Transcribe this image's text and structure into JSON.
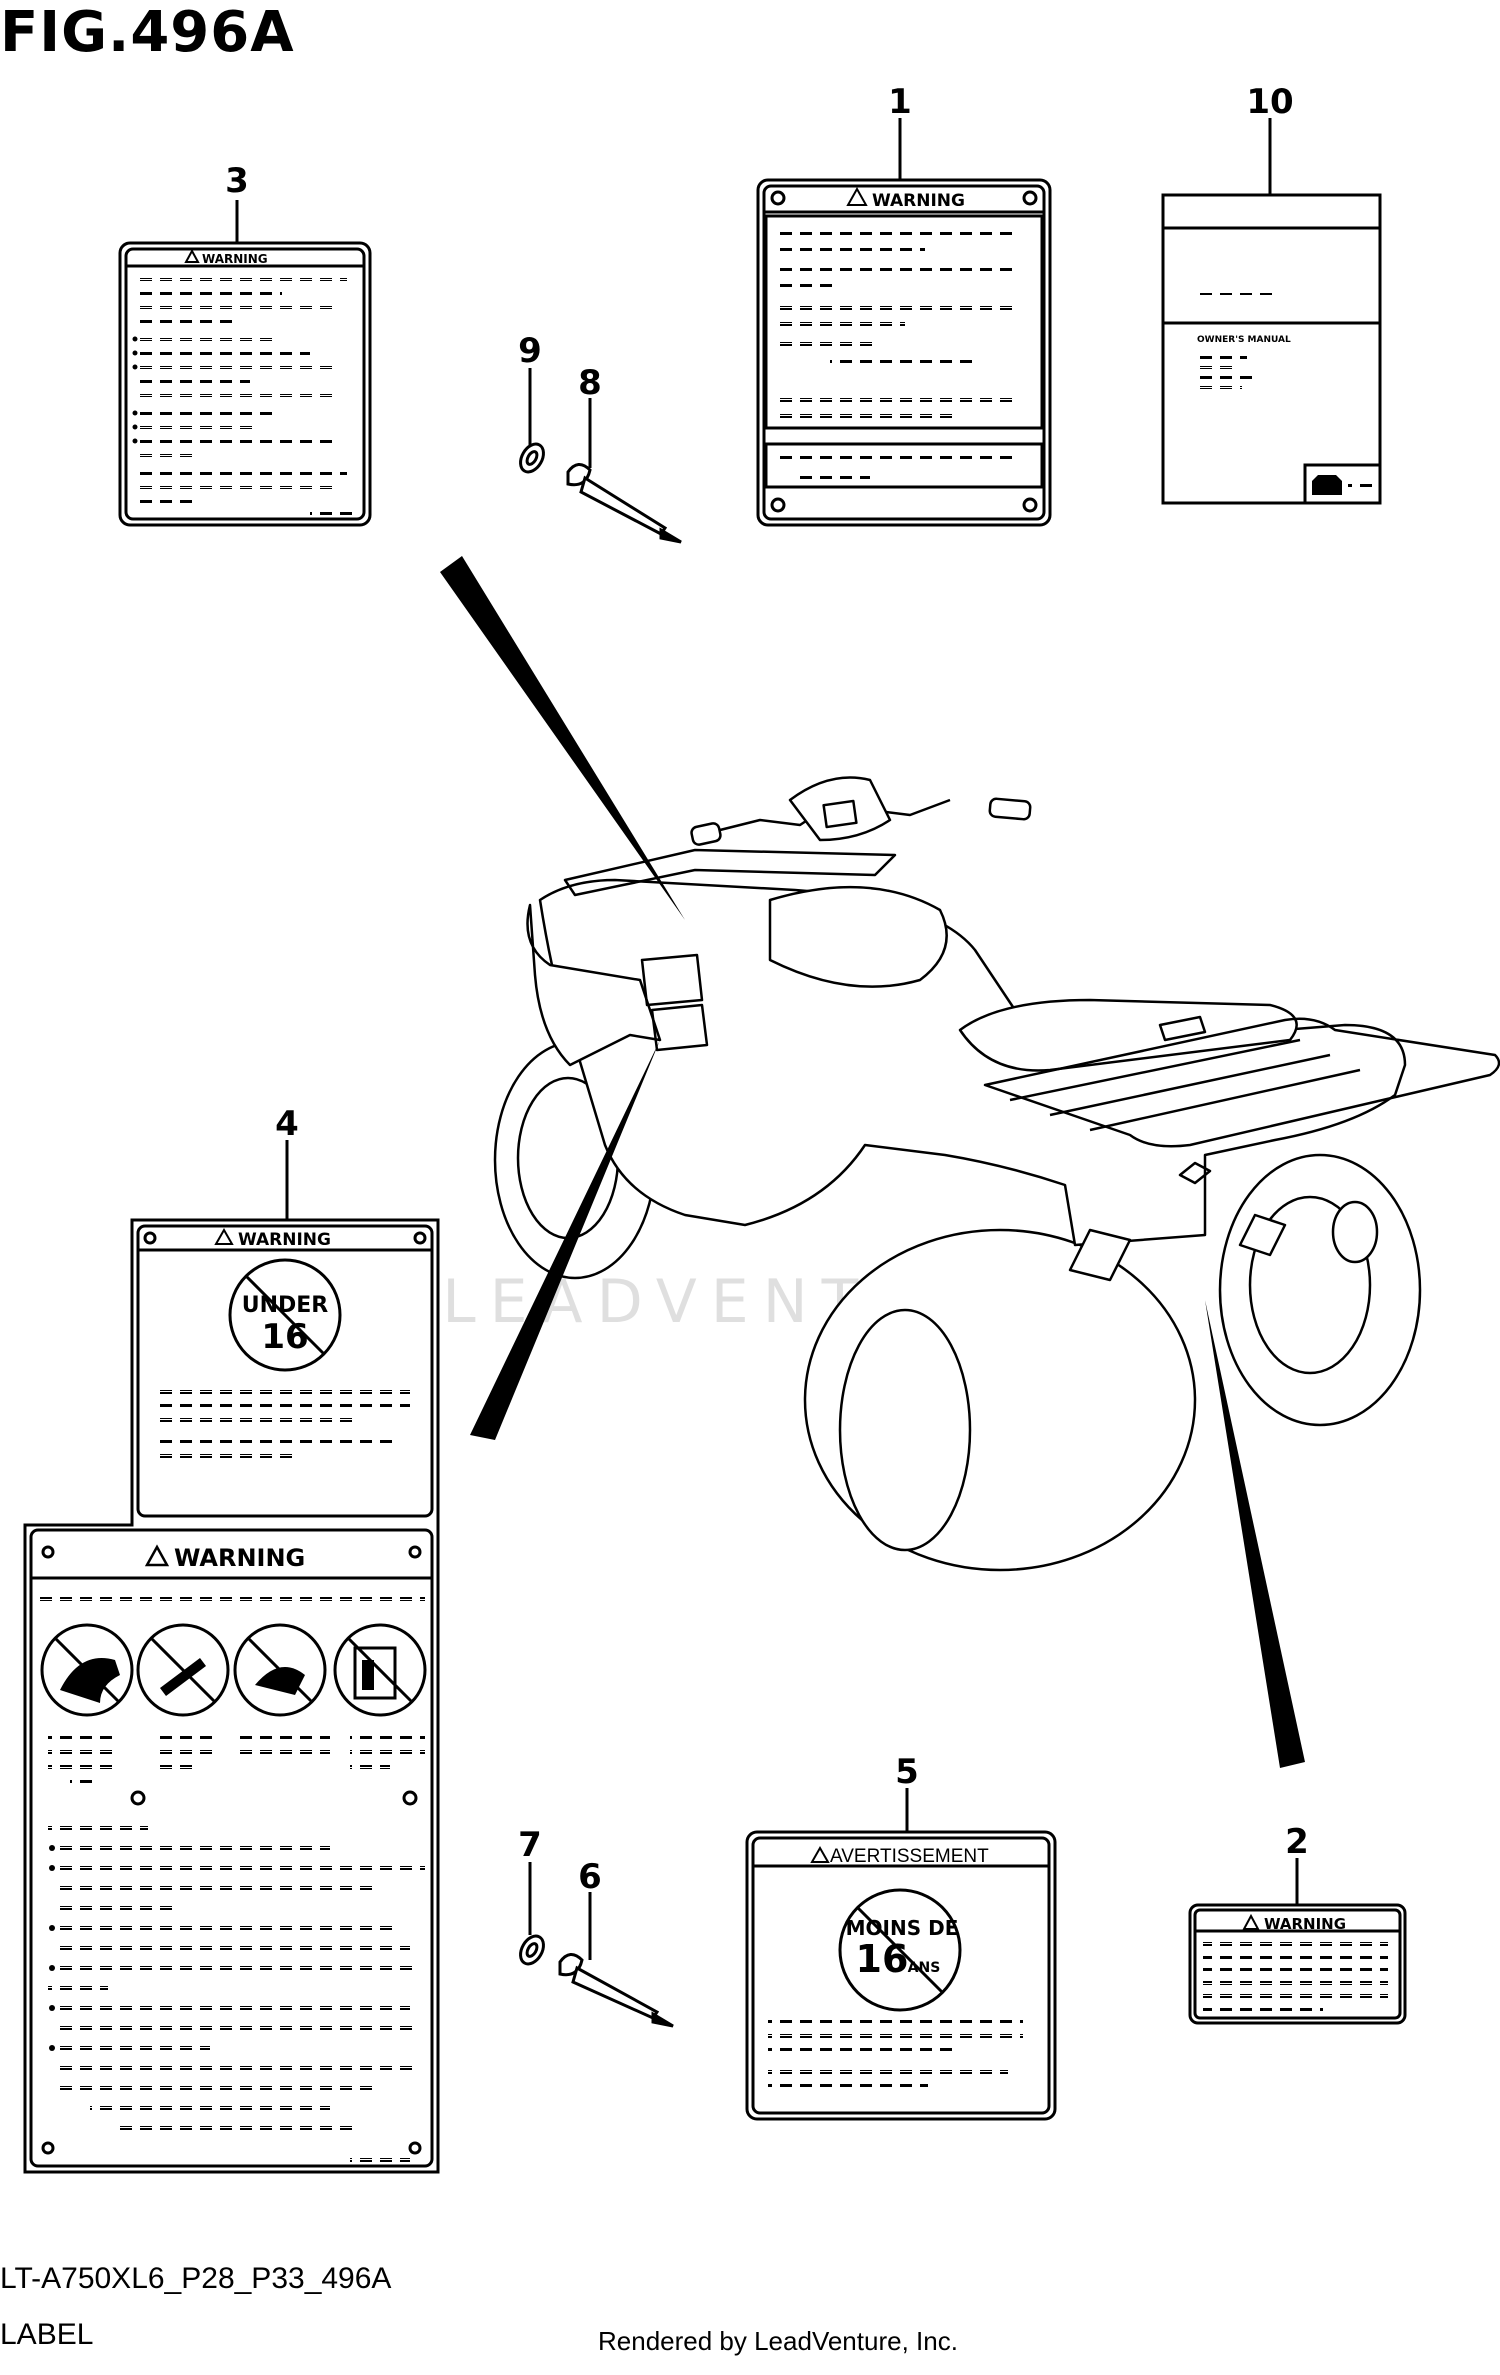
{
  "figure": {
    "title": "FIG.496A",
    "model_code": "LT-A750XL6_P28_P33_496A",
    "section_name": "LABEL",
    "rendered_by": "Rendered by LeadVenture, Inc.",
    "watermark": "LEADVENTURE"
  },
  "callouts": [
    "1",
    "2",
    "3",
    "4",
    "5",
    "6",
    "7",
    "8",
    "9",
    "10"
  ],
  "labels": {
    "warning": "WARNING",
    "avertissement": "AVERTISSEMENT",
    "owners_manual": "OWNER'S MANUAL",
    "under": "UNDER",
    "age_16": "16",
    "moins_de": "MOINS DE",
    "ans": "ANS"
  }
}
